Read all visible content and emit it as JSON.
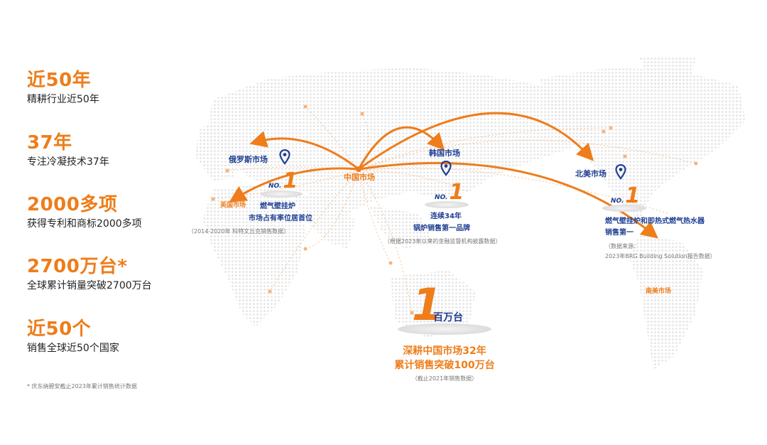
{
  "stats": [
    {
      "value": "近50年",
      "desc": "精耕行业近50年"
    },
    {
      "value": "37年",
      "desc": "专注冷凝技术37年"
    },
    {
      "value": "2000多项",
      "desc": "获得专利和商标2000多项"
    },
    {
      "value": "2700万台*",
      "desc": "全球累计销量突破2700万台"
    },
    {
      "value": "近50个",
      "desc": "销售全球近50个国家"
    }
  ],
  "footnote": "* 庆东纳碧安截止2023年累计销售统计数据",
  "markets": {
    "russia": "俄罗斯市场",
    "korea": "韩国市场",
    "china": "中国市场",
    "north_america": "北美市场",
    "uk": "英国市场",
    "south_america": "南美市场"
  },
  "no1": {
    "no": "NO.",
    "one": "1"
  },
  "russia_award": {
    "line1": "燃气壁挂炉",
    "line2": "市场占有率位居首位",
    "source": "（2014-2020年 科特文丘克销售数据）"
  },
  "korea_award": {
    "line1": "连续34年",
    "line2": "锅炉销售第一品牌",
    "source": "（根据2023年以来的金融监督机构披露数据）"
  },
  "na_award": {
    "line1": "燃气壁挂炉和即热式燃气热水器",
    "line2": "销售第一",
    "source1": "（数据来源：",
    "source2": "2023年BRG Building Solution报告数据）"
  },
  "china_award": {
    "one": "1",
    "unit": "百万台",
    "line1": "深耕中国市场32年",
    "line2": "累计销售突破100万台",
    "source": "（截止2021年销售数据）"
  },
  "colors": {
    "accent": "#ee7d1a",
    "navy": "#1f3f93",
    "map_dot": "#e2e2e2"
  }
}
